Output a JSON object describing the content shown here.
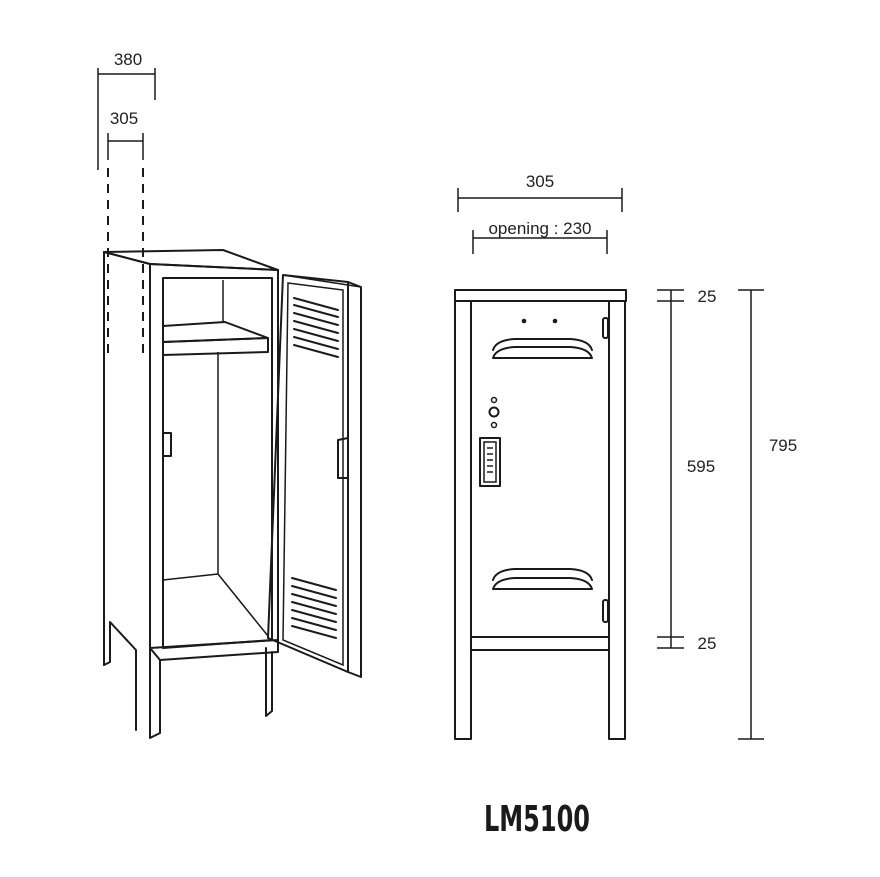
{
  "perspective_view": {
    "outer_width_label": "380",
    "inner_width_label": "305"
  },
  "front_view": {
    "width_label": "305",
    "opening_label": "opening : 230",
    "top_rail_label": "25",
    "door_height_label": "595",
    "bottom_rail_label": "25",
    "total_height_label": "795"
  },
  "model_name": "LM5100"
}
